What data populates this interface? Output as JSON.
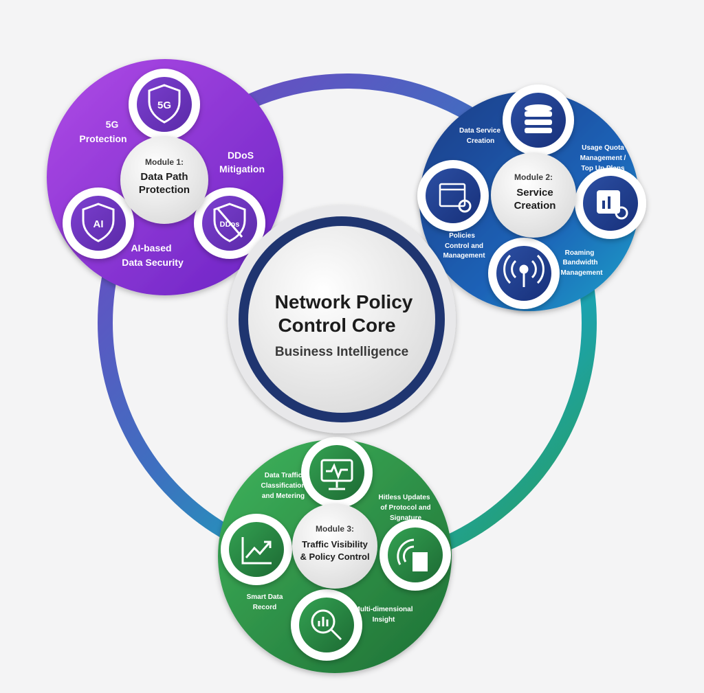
{
  "core": {
    "title_line1": "Network Policy",
    "title_line2": "Control Core",
    "subtitle": "Business Intelligence"
  },
  "module1": {
    "label": "Module 1:",
    "title_line1": "Data Path",
    "title_line2": "Protection",
    "items": {
      "protection_5g": [
        "5G",
        "Protection"
      ],
      "ddos": [
        "DDoS",
        "Mitigation"
      ],
      "ai_security": [
        "AI-based",
        "Data Security"
      ]
    },
    "icon_text": {
      "fiveg": "5G",
      "ai": "AI",
      "ddos": "DDos"
    }
  },
  "module2": {
    "label": "Module 2:",
    "title_line1": "Service",
    "title_line2": "Creation",
    "items": {
      "data_service": [
        "Data Service",
        "Creation"
      ],
      "usage_quota": [
        "Usage Quota",
        "Management /",
        "Top Up Plans"
      ],
      "policies": [
        "Policies",
        "Control and",
        "Management"
      ],
      "roaming": [
        "Roaming",
        "Bandwidth",
        "Management"
      ]
    }
  },
  "module3": {
    "label": "Module 3:",
    "title_line1": "Traffic Visibility",
    "title_line2": "& Policy Control",
    "items": {
      "traffic_class": [
        "Data Traffic",
        "Classification",
        "and Metering"
      ],
      "hitless": [
        "Hitless Updates",
        "of Protocol and",
        "Signature"
      ],
      "smart_record": [
        "Smart Data",
        "Record"
      ],
      "multi_insight": [
        "Multi-dimensional",
        "Insight"
      ]
    }
  },
  "colors": {
    "background": "#f4f4f5",
    "module1": "#8a34d6",
    "module2": "#1e4f9e",
    "module3": "#2f9a4c",
    "core_ring": "#1f3570",
    "icon_white": "#ffffff"
  }
}
